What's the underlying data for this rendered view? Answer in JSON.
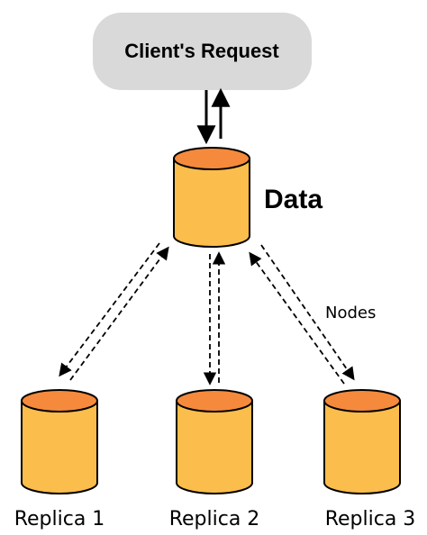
{
  "client_box": {
    "label": "Client's Request"
  },
  "data_node": {
    "label": "Data"
  },
  "edge_label": "Nodes",
  "replicas": [
    {
      "label": "Replica 1"
    },
    {
      "label": "Replica 2"
    },
    {
      "label": "Replica 3"
    }
  ],
  "colors": {
    "box_fill": "#d9d9d9",
    "cylinder_body": "#fbbd4b",
    "cylinder_top": "#f58a3c",
    "stroke": "#000000"
  }
}
